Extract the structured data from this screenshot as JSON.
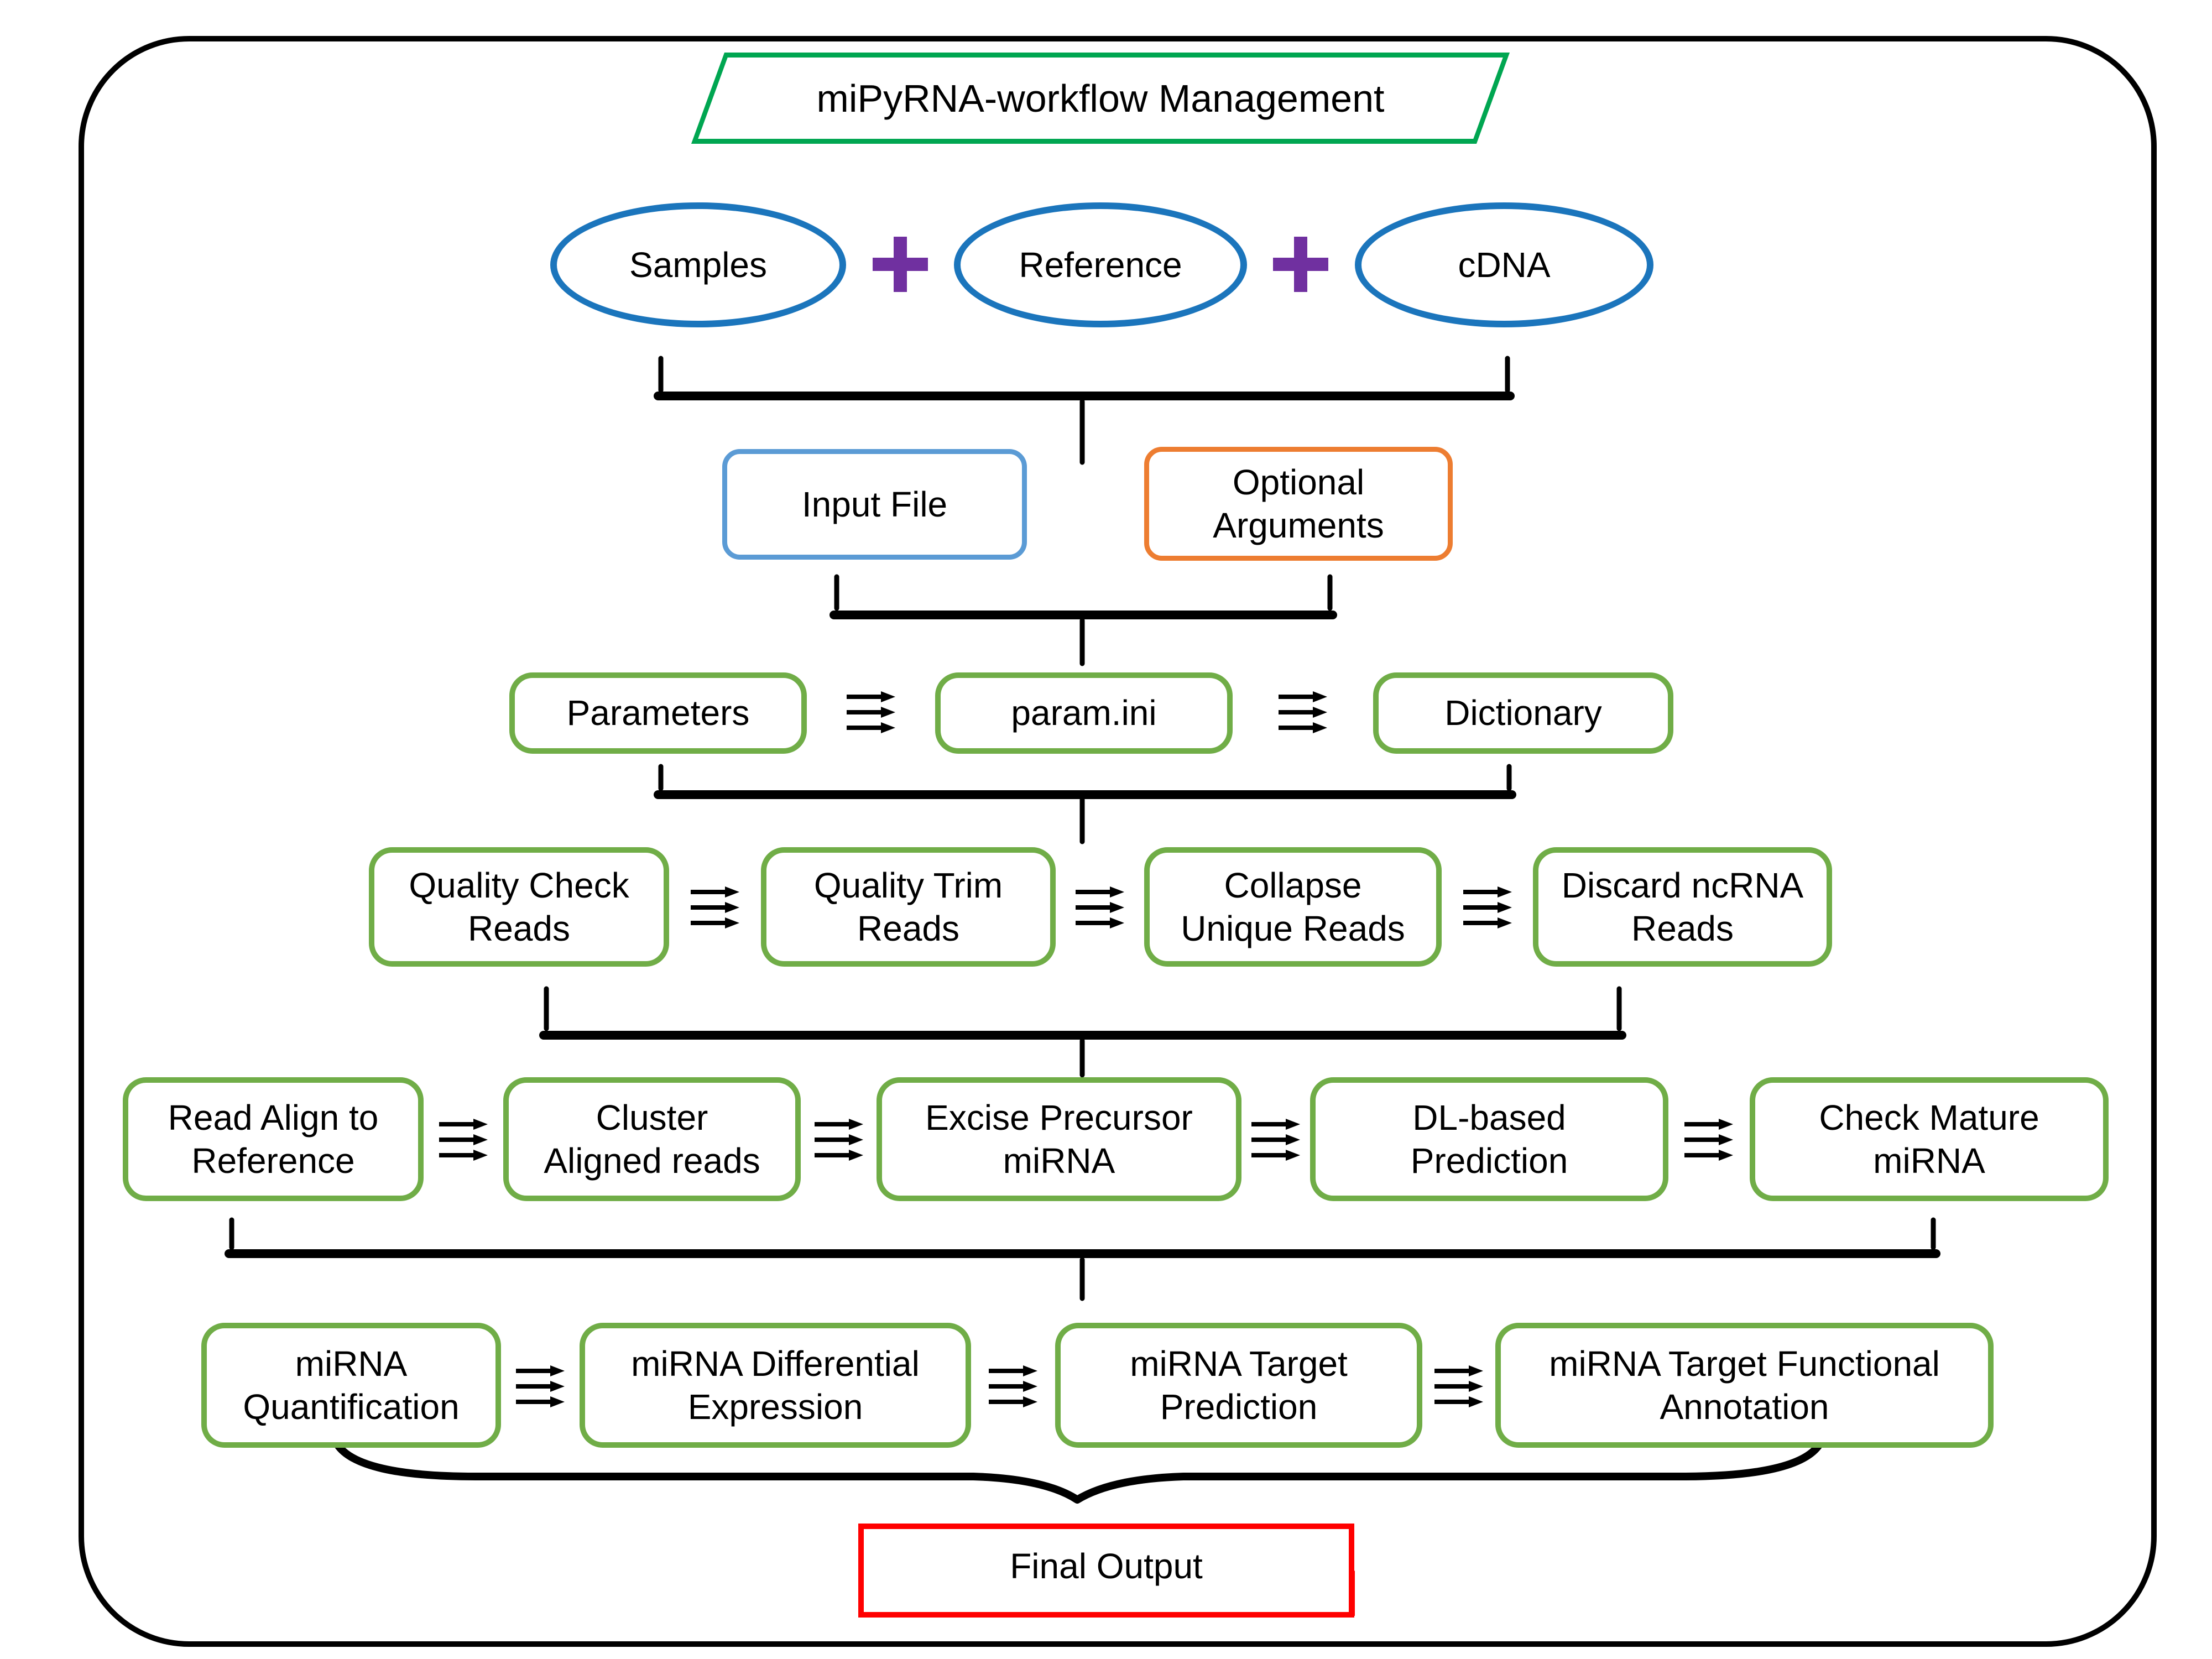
{
  "title": "miPyRNA-workflow Management",
  "sources": {
    "samples": "Samples",
    "reference": "Reference",
    "cdna": "cDNA",
    "plus": "+"
  },
  "inputs": {
    "input_file": "Input File",
    "optional_arguments": "Optional Arguments"
  },
  "params": {
    "parameters": "Parameters",
    "param_ini": "param.ini",
    "dictionary": "Dictionary"
  },
  "preprocess": {
    "quality_check": "Quality Check Reads",
    "quality_trim": "Quality Trim Reads",
    "collapse": "Collapse Unique Reads",
    "discard": "Discard ncRNA Reads"
  },
  "core": {
    "align": "Read Align to Reference",
    "cluster": "Cluster Aligned reads",
    "excise": "Excise Precursor miRNA",
    "dl_prediction": "DL-based Prediction",
    "mature": "Check Mature miRNA"
  },
  "analysis": {
    "quantification": "miRNA Quantification",
    "differential": "miRNA Differential Expression",
    "target_prediction": "miRNA Target Prediction",
    "functional_annotation": "miRNA Target Functional Annotation"
  },
  "output": {
    "final": "Final Output"
  },
  "colors": {
    "title_green": "#00A651",
    "process_green": "#70AD47",
    "source_blue": "#1B75BC",
    "input_blue": "#5B9BD5",
    "optional_orange": "#ED7D31",
    "plus_purple": "#7030A0",
    "final_red": "#FF0000",
    "line_black": "#000000"
  }
}
